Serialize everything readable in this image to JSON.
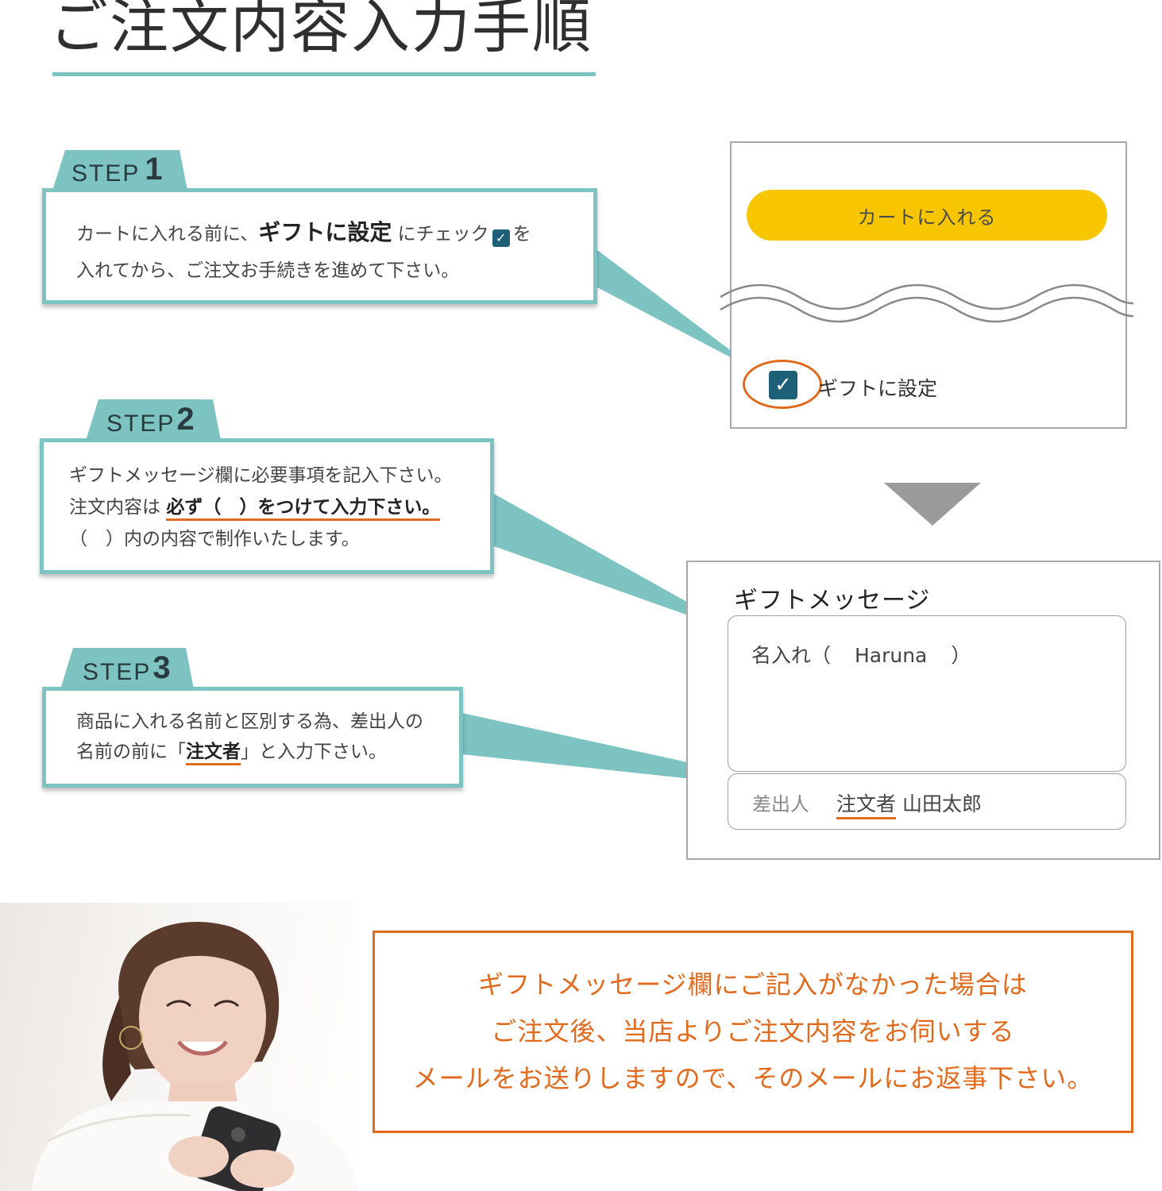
{
  "title": "ご注文内容入力手順",
  "step1": {
    "tab_word": "STEP",
    "tab_num": "1",
    "text_a": "カートに入れる前に、",
    "text_b": "ギフトに設定",
    "text_c": "にチェック",
    "text_d": "を",
    "text_e": "入れてから、ご注文お手続きを進めて下さい。"
  },
  "step2": {
    "tab_word": "STEP",
    "tab_num": "2",
    "line1": "ギフトメッセージ欄に必要事項を記入下さい。",
    "line2_a": "注文内容は",
    "line2_b": "必ず（　）をつけて入力下さい。",
    "line3": "（　）内の内容で制作いたします。"
  },
  "step3": {
    "tab_word": "STEP",
    "tab_num": "3",
    "line1": "商品に入れる名前と区別する為、差出人の",
    "line2_a": "名前の前に「",
    "line2_b": "注文者",
    "line2_c": "」と入力下さい。"
  },
  "cart_panel": {
    "cart_button": "カートに入れる",
    "gift_label": "ギフトに設定",
    "check_glyph": "✓"
  },
  "message_panel": {
    "heading": "ギフトメッセージ",
    "field_prefix": "名入れ（",
    "field_value": "Haruna",
    "field_suffix": "）",
    "sender_label": "差出人",
    "sender_tag": "注文者",
    "sender_name": "山田太郎"
  },
  "notice": {
    "line1": "ギフトメッセージ欄にご記入がなかった場合は",
    "line2": "ご注文後、当店よりご注文内容をお伺いする",
    "line3": "メールをお送りしますので、そのメールにお返事下さい。"
  },
  "colors": {
    "teal": "#7cc3c2",
    "orange": "#e26a1c",
    "yellow": "#f7c600",
    "checkbox": "#1d6078"
  }
}
